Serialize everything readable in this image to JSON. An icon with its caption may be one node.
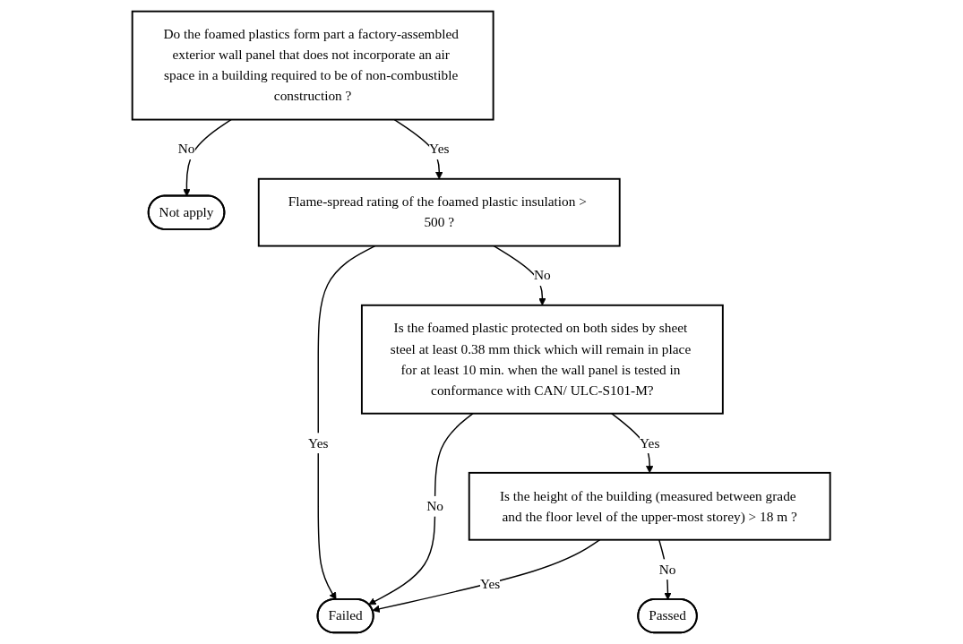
{
  "diagram": {
    "nodes": [
      {
        "text": [
          "Do the foamed plastics form part a factory-assembled exterior wall panel that does not incorporate an air space in a building required to be of non-combustible construction ?"
        ]
      },
      {
        "text": [
          "Not apply"
        ]
      },
      {
        "text": [
          "Flame-spread rating of the foamed plastic insulation > 500 ?"
        ]
      },
      {
        "text": [
          "Is the foamed plastic protected on both sides by sheet steel at least 0.38 mm thick which will remain in place for at least 10 min. when the wall panel is tested in conformance with CAN/ ULC-S101-M?"
        ]
      },
      {
        "text": [
          "Failed"
        ]
      },
      {
        "text": [
          "Passed"
        ]
      },
      {
        "text": [
          "Is the height of the building (measured between grade and the floor level of the upper-most storey) > 18 m ?"
        ]
      }
    ],
    "edges": [
      {
        "from": 0,
        "to": 1,
        "arrow": "to",
        "label": "No"
      },
      {
        "from": 0,
        "to": 2,
        "arrow": "to",
        "label": "Yes"
      },
      {
        "from": 2,
        "to": 4,
        "arrow": "to",
        "label": "Yes"
      },
      {
        "from": 2,
        "to": 3,
        "arrow": "to",
        "label": "No"
      },
      {
        "from": 3,
        "to": 4,
        "arrow": "to",
        "label": "No"
      },
      {
        "from": 3,
        "to": 6,
        "arrow": "to",
        "label": "Yes"
      },
      {
        "from": 6,
        "to": 4,
        "arrow": "to",
        "label": "Yes"
      },
      {
        "from": 6,
        "to": 5,
        "arrow": "to",
        "label": "No"
      }
    ]
  }
}
